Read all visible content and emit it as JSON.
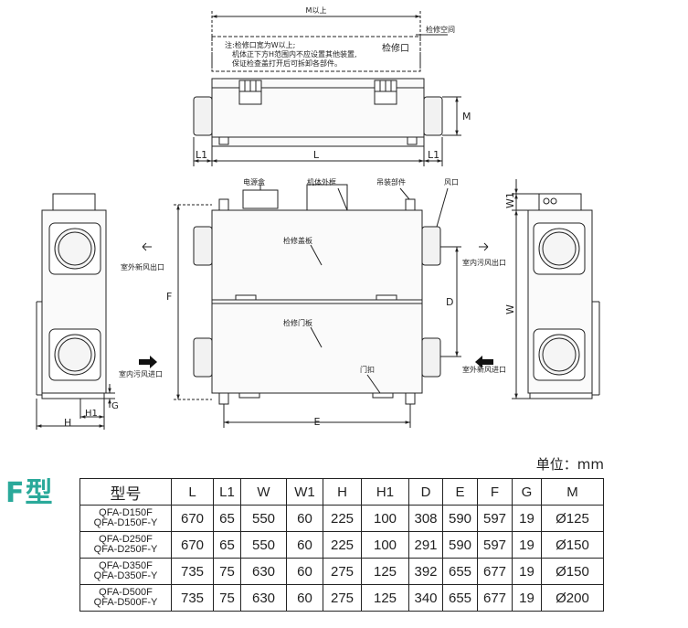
{
  "drawing": {
    "top_view": {
      "m_above": "M以上",
      "service_space": "检修空间",
      "note_lines": [
        "注:检修口宽为W以上;",
        "机体正下方H范围内不应设置其他装置,",
        "保证检查盖打开后可拆卸各部件。"
      ],
      "inspection_port": "检修口",
      "dim_l1": "L1",
      "dim_l": "L",
      "dim_m": "M"
    },
    "front_view": {
      "electric_box": "电源盒",
      "casing": "机体外框",
      "hanger": "吊装部件",
      "duct": "风口",
      "cover_panel": "检修盖板",
      "door_panel": "检修门板",
      "latch": "门扣",
      "dim_f": "F",
      "dim_d": "D",
      "dim_e": "E"
    },
    "airflow": {
      "outdoor_fresh_out": "室外新风出口",
      "indoor_dirty_in": "室内污风进口",
      "indoor_dirty_out": "室内污风出口",
      "outdoor_fresh_in": "室外新风进口"
    },
    "side_views": {
      "dim_h": "H",
      "dim_h1": "H1",
      "dim_g": "G",
      "dim_w": "W",
      "dim_w1": "W1"
    }
  },
  "title": "F型",
  "unit": "单位：mm",
  "table": {
    "headers": [
      "型号",
      "L",
      "L1",
      "W",
      "W1",
      "H",
      "H1",
      "D",
      "E",
      "F",
      "G",
      "M"
    ],
    "rows": [
      {
        "model": [
          "QFA-D150F",
          "QFA-D150F-Y"
        ],
        "values": [
          "670",
          "65",
          "550",
          "60",
          "225",
          "100",
          "308",
          "590",
          "597",
          "19",
          "Ø125"
        ]
      },
      {
        "model": [
          "QFA-D250F",
          "QFA-D250F-Y"
        ],
        "values": [
          "670",
          "65",
          "550",
          "60",
          "225",
          "100",
          "291",
          "590",
          "597",
          "19",
          "Ø150"
        ]
      },
      {
        "model": [
          "QFA-D350F",
          "QFA-D350F-Y"
        ],
        "values": [
          "735",
          "75",
          "630",
          "60",
          "275",
          "125",
          "392",
          "655",
          "677",
          "19",
          "Ø150"
        ]
      },
      {
        "model": [
          "QFA-D500F",
          "QFA-D500F-Y"
        ],
        "values": [
          "735",
          "75",
          "630",
          "60",
          "275",
          "125",
          "340",
          "655",
          "677",
          "19",
          "Ø200"
        ]
      }
    ]
  }
}
